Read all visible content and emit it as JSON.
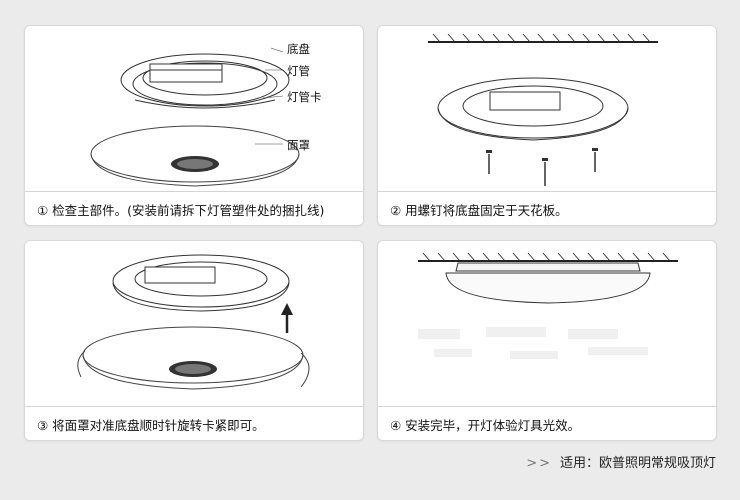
{
  "steps": [
    {
      "caption": "① 检查主部件。(安装前请拆下灯管塑件处的捆扎线)"
    },
    {
      "caption": "② 用螺钉将底盘固定于天花板。"
    },
    {
      "caption": "③ 将面罩对准底盘顺时针旋转卡紧即可。"
    },
    {
      "caption": "④ 安装完毕，开灯体验灯具光效。"
    }
  ],
  "part_labels": {
    "base": "底盘",
    "tube": "灯管",
    "clip": "灯管卡",
    "cover": "面罩"
  },
  "footer": {
    "arrows": ">>",
    "text": "适用：欧普照明常规吸顶灯"
  }
}
